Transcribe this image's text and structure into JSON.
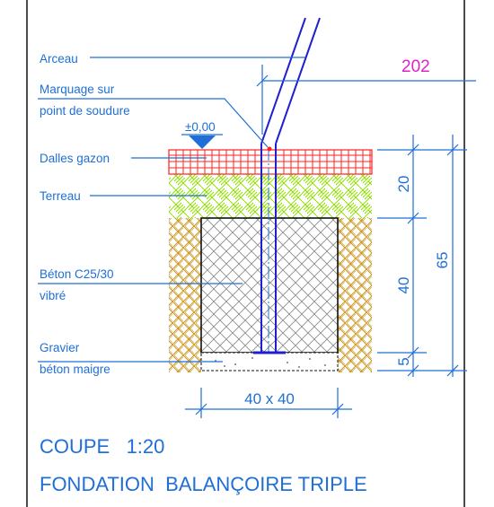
{
  "labels": {
    "arceau": "Arceau",
    "marquage_1": "Marquage sur",
    "marquage_2": "point de soudure",
    "level": "±0,00",
    "dalles": "Dalles gazon",
    "terreau": "Terreau",
    "beton_1": "Béton C25/30",
    "beton_2": "vibré",
    "gravier_1": "Gravier",
    "gravier_2": "béton maigre",
    "ref_number": "202"
  },
  "dimensions": {
    "d20": "20",
    "d40": "40",
    "d5": "5",
    "d65": "65",
    "footing": "40 x 40"
  },
  "title": {
    "line1": "COUPE   1:20",
    "line2": "FONDATION  BALANÇOIRE TRIPLE"
  },
  "colors": {
    "annotation": "#1f6fd6",
    "magenta": "#e020c8",
    "gazon_grid": "#ff2020",
    "terreau_hatch": "#8fe000",
    "soil_hatch": "#c8961e",
    "concrete_outline": "#111111",
    "concrete_hatch": "#888888"
  }
}
